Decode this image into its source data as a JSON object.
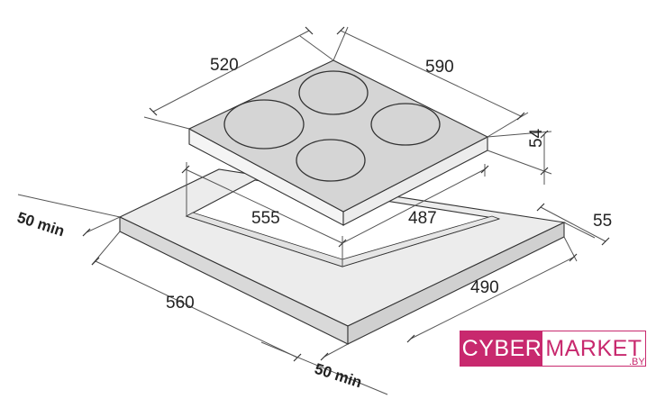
{
  "dimensions": {
    "hob_depth": "520",
    "hob_width": "590",
    "hob_height": "54",
    "cutout_depth": "555",
    "cutout_width": "487",
    "worktop_rear_edge": "55",
    "worktop_side_clearance": "50 min",
    "worktop_depth": "560",
    "worktop_width": "490",
    "worktop_front_clearance": "50 min"
  },
  "logo": {
    "left": "CYBER",
    "right": "MARKET",
    "sub": ".BY"
  },
  "colors": {
    "hob_top": "#d5d5d5",
    "hob_side": "#f4f4f4",
    "worktop": "#ececec",
    "brand": "#c8296e"
  }
}
